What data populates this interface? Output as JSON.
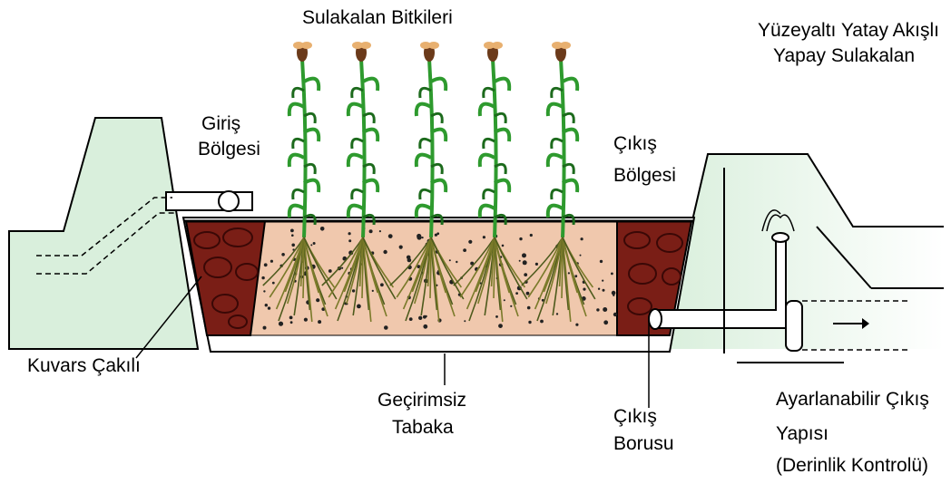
{
  "labels": {
    "plants": "Sulakalan Bitkileri",
    "title_line1": "Yüzeyaltı Yatay Akışlı",
    "title_line2": "Yapay Sulakalan",
    "inlet_line1": "Giriş",
    "inlet_line2": "Bölgesi",
    "outlet_zone_line1": "Çıkış",
    "outlet_zone_line2": "Bölgesi",
    "gravel": "Kuvars Çakılı",
    "liner_line1": "Geçirimsiz",
    "liner_line2": "Tabaka",
    "pipe_line1": "Çıkış",
    "pipe_line2": "Borusu",
    "structure_line1": "Ayarlanabilir Çıkış",
    "structure_line2": "Yapısı",
    "structure_line3": "(Derinlik Kontrolü)"
  },
  "colors": {
    "ground": "#d9efdc",
    "ground_light": "#e9f6ea",
    "gravel": "#7a1e16",
    "gravel_dark": "#4a0c08",
    "media": "#f0c8ad",
    "plant": "#2e9a2e",
    "root": "#7a7a2a"
  },
  "icons": {
    "plant": "reed-plant-icon",
    "arrow": "flow-arrow-icon"
  }
}
